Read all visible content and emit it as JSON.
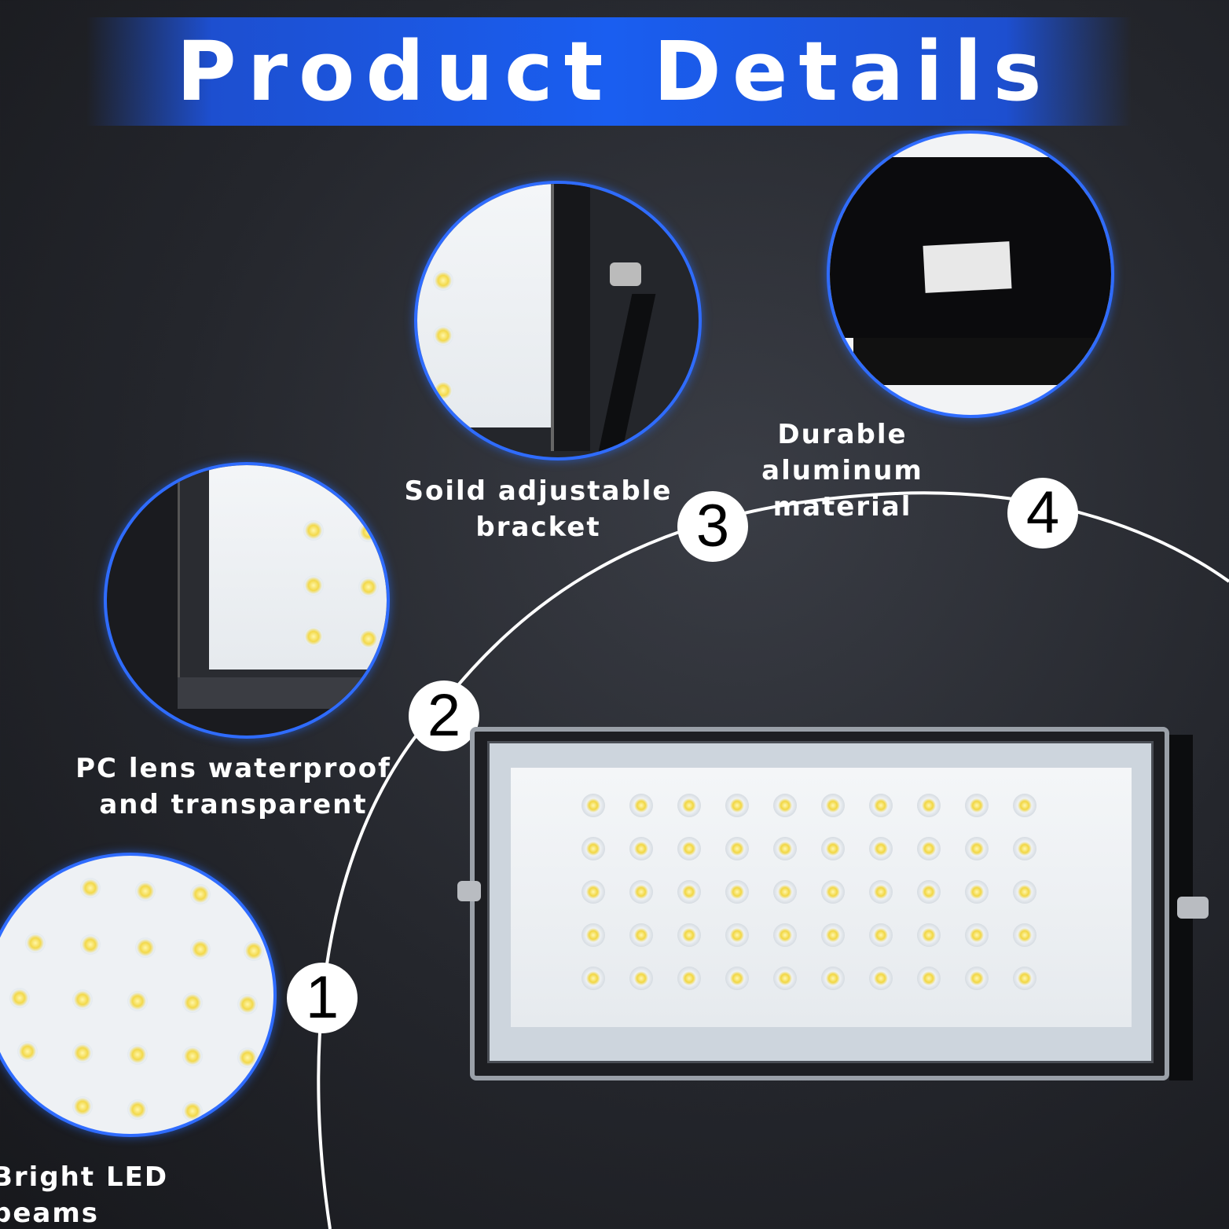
{
  "title": "Product Details",
  "features": [
    {
      "number": "1",
      "label_line1": "Bright LED beams",
      "label_line2": ""
    },
    {
      "number": "2",
      "label_line1": "PC lens waterproof",
      "label_line2": "and transparent"
    },
    {
      "number": "3",
      "label_line1": "Soild adjustable",
      "label_line2": "bracket"
    },
    {
      "number": "4",
      "label_line1": "Durable aluminum",
      "label_line2": "material"
    }
  ],
  "colors": {
    "accent": "#1a5ef0",
    "background": "#24262c",
    "ring": "#2f6cff"
  }
}
